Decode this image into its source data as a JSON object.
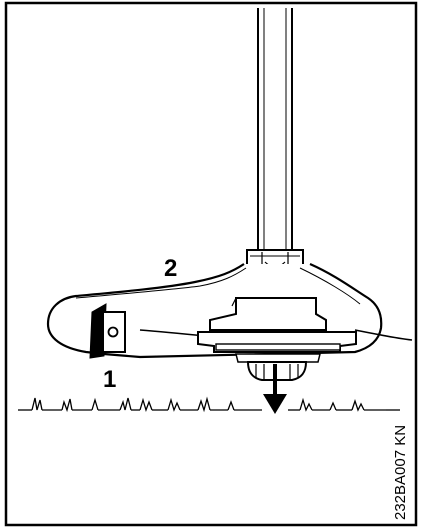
{
  "figure": {
    "callouts": [
      {
        "id": "1",
        "label": "1"
      },
      {
        "id": "2",
        "label": "2"
      }
    ],
    "figure_code": "232BA007 KN",
    "ink_color": "#000000",
    "paper_color": "#ffffff"
  }
}
